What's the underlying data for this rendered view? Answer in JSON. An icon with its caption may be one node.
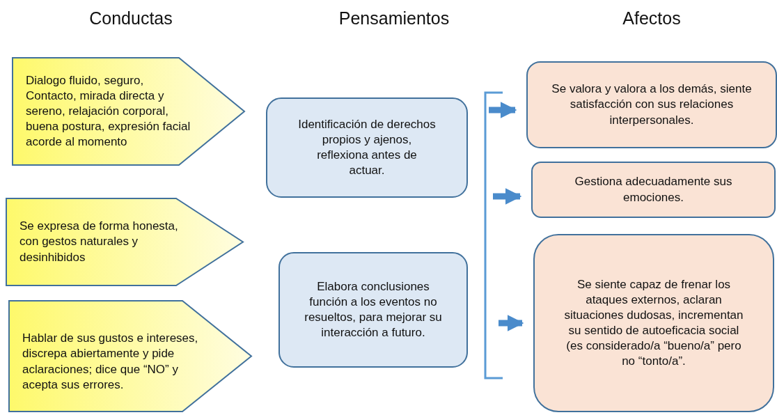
{
  "diagram": {
    "nodes": [
      {
        "text": [
          "Dialogo fluido, seguro, Contacto, mirada directa y sereno, relajación corporal, buena postura, expresión facial acorde al momento"
        ]
      },
      {
        "text": [
          "Se expresa de forma honesta, con gestos naturales y desinhibidos"
        ]
      },
      {
        "text": [
          "Hablar de sus gustos e intereses, discrepa abiertamente y pide aclaraciones; dice que “NO” y acepta sus errores."
        ]
      },
      {
        "text": [
          "Identificación de derechos propios y ajenos, reflexiona antes de actuar."
        ]
      },
      {
        "text": [
          "Elabora conclusiones función a los eventos no resueltos, para mejorar su interacción a futuro."
        ]
      },
      {
        "text": [
          "Se valora y valora a los demás, siente satisfacción con sus relaciones interpersonales."
        ]
      },
      {
        "text": [
          "Gestiona adecuadamente sus emociones."
        ]
      },
      {
        "text": [
          "Se siente capaz de frenar los ataques externos, aclaran situaciones dudosas, incrementan su sentido de autoeficacia social (es considerado/a “bueno/a” pero no “tonto/a”."
        ]
      }
    ],
    "edges": [
      {
        "from": null,
        "to": 5,
        "arrow": "to"
      },
      {
        "from": null,
        "to": 6,
        "arrow": "to"
      },
      {
        "from": null,
        "to": 7,
        "arrow": "to"
      }
    ],
    "labels": [
      "Conductas",
      "Pensamientos",
      "Afectos"
    ]
  }
}
